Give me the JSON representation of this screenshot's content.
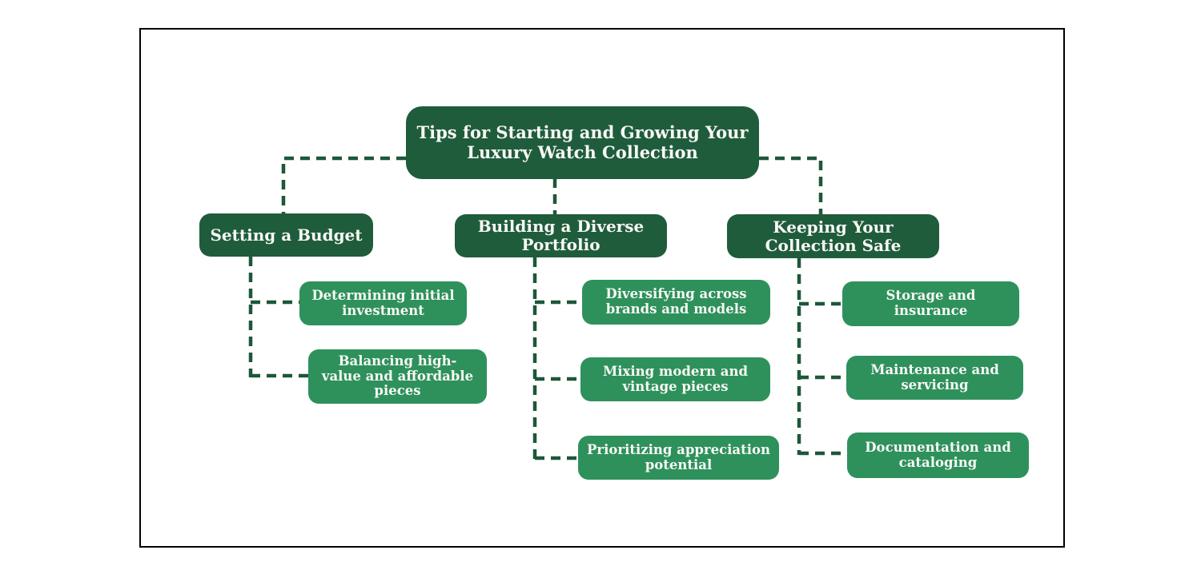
{
  "diagram": {
    "root": {
      "label": "Tips for Starting and Growing Your\nLuxury Watch Collection"
    },
    "branches": [
      {
        "label": "Setting a Budget",
        "children": [
          {
            "label": "Determining initial\ninvestment"
          },
          {
            "label": "Balancing high-\nvalue and affordable\npieces"
          }
        ]
      },
      {
        "label": "Building a Diverse\nPortfolio",
        "children": [
          {
            "label": "Diversifying across\nbrands and models"
          },
          {
            "label": "Mixing modern and\nvintage pieces"
          },
          {
            "label": "Prioritizing appreciation\npotential"
          }
        ]
      },
      {
        "label": "Keeping Your\nCollection Safe",
        "children": [
          {
            "label": "Storage and\ninsurance"
          },
          {
            "label": "Maintenance and\nservicing"
          },
          {
            "label": "Documentation and\ncataloging"
          }
        ]
      }
    ],
    "colors": {
      "node_dark": "#1f5c3c",
      "node_light": "#2e915c",
      "connector": "#1c5839",
      "text": "#f8f8f4",
      "frame_border": "#000000",
      "background": "#ffffff"
    }
  }
}
